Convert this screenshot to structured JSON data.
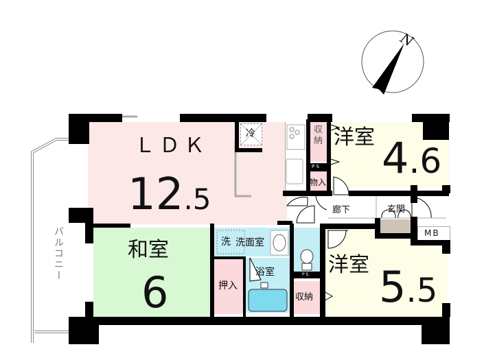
{
  "compass": {
    "label": "N",
    "icon": "north-arrow-icon"
  },
  "colors": {
    "ldk": "#fde8e8",
    "washitsu": "#d8f8d4",
    "youshitsu": "#fdfde8",
    "water": "#c4eef6",
    "storage": "#fbd9dc",
    "genkan_floor": "#cfc3b5",
    "wall": "#000000"
  },
  "rooms": {
    "ldk": {
      "name": "ＬＤＫ",
      "size": "12",
      "size_decimal": ".5"
    },
    "washitsu": {
      "name": "和室",
      "size": "6"
    },
    "youshitsu_north": {
      "name": "洋室",
      "size": "4",
      "size_decimal": ".6"
    },
    "youshitsu_south": {
      "name": "洋室",
      "size": "5",
      "size_decimal": ".5"
    }
  },
  "labels": {
    "refrigerator": "冷",
    "storage_top": "収納",
    "ps_top": "P S",
    "monoire": "物入",
    "corridor": "廊下",
    "genkan": "玄関",
    "mb": "MB",
    "washer": "洗",
    "senmenshitsu": "洗面室",
    "bathroom": "浴室",
    "oshiire": "押入",
    "ps_bottom": "P S",
    "storage_bottom": "収納",
    "balcony": "バルコニー"
  }
}
